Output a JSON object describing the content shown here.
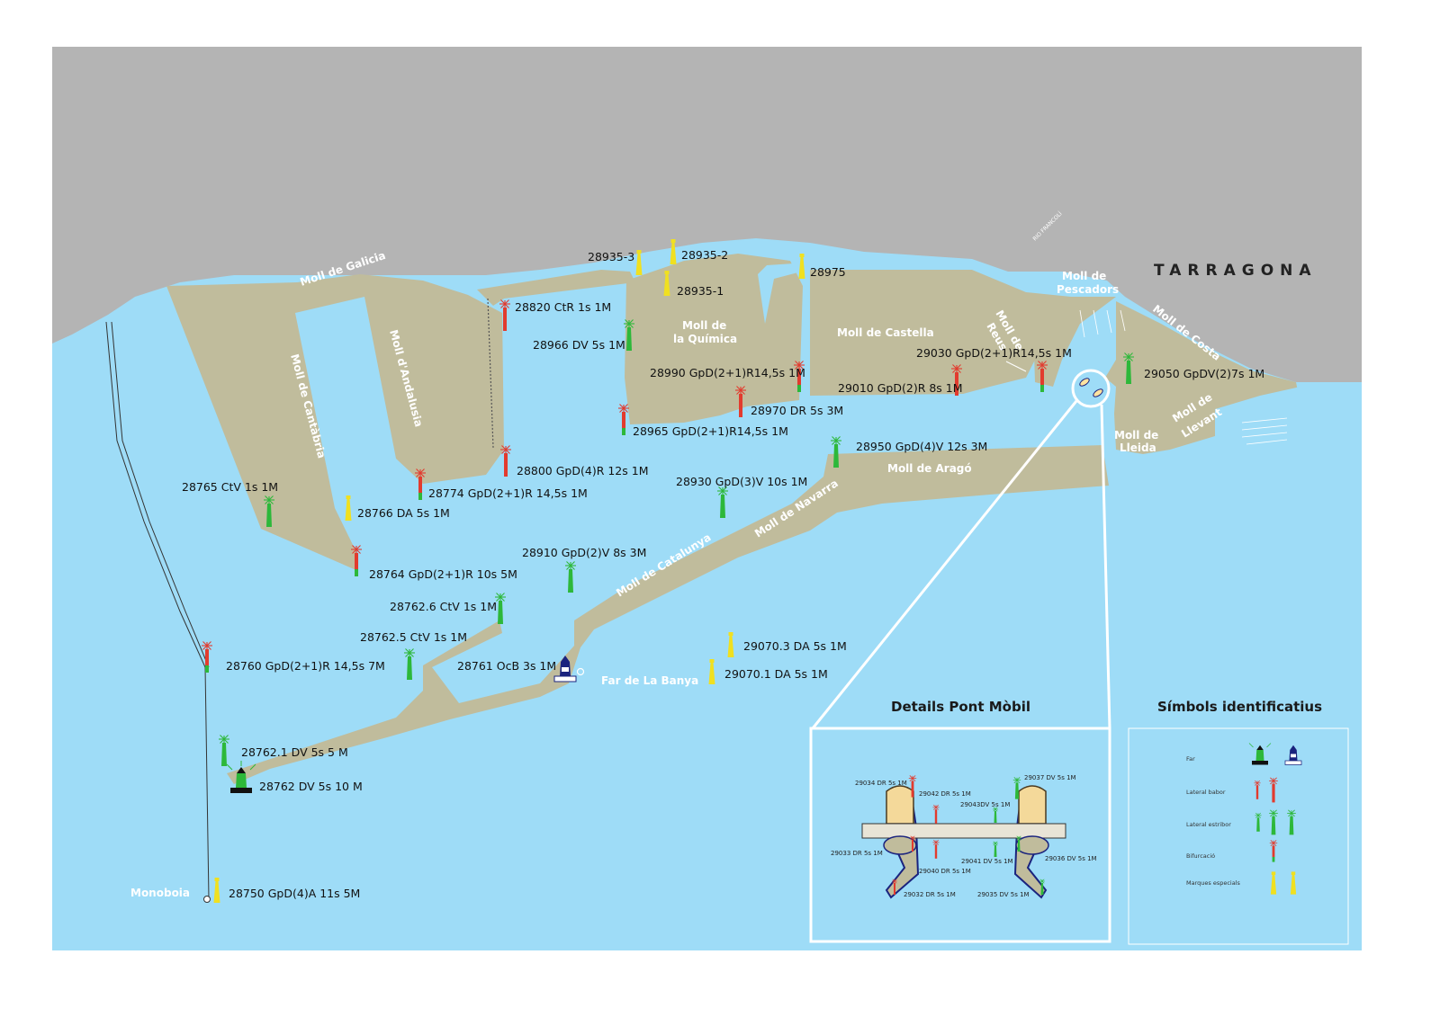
{
  "city": "TARRAGONA",
  "river": "RIO FRANCOLÍ",
  "piers": {
    "galicia": "Moll de Galicia",
    "cantabria": "Moll de Cantàbria",
    "andalusia": "Moll d'Andalusia",
    "quimica_1": "Moll de",
    "quimica_2": "la Química",
    "castella": "Moll de Castella",
    "reus_1": "Moll de",
    "reus_2": "Reus",
    "pescadors_1": "Moll de",
    "pescadors_2": "Pescadors",
    "costa": "Moll de Costa",
    "lleida_1": "Moll de",
    "lleida_2": "Lleida",
    "llevant_1": "Moll de",
    "llevant_2": "Llevant",
    "arago": "Moll de Aragó",
    "navarra": "Moll de Navarra",
    "catalunya": "Moll de Catalunya"
  },
  "places": {
    "far_banya": "Far de La Banya",
    "monoboia": "Monoboia"
  },
  "lights": [
    "28935-3",
    "28935-2",
    "28935-1",
    "28975",
    "28820 CtR 1s 1M",
    "28966 DV 5s 1M",
    "28990 GpD(2+1)R14,5s 1M",
    "29030 GpD(2+1)R14,5s 1M",
    "29010 GpD(2)R 8s 1M",
    "28970 DR 5s 3M",
    "28965 GpD(2+1)R14,5s 1M",
    "29050 GpDV(2)7s 1M",
    "28950 GpD(4)V 12s 3M",
    "28800 GpD(4)R 12s 1M",
    "28774 GpD(2+1)R 14,5s 1M",
    "28930 GpD(3)V 10s 1M",
    "28765 CtV 1s 1M",
    "28766 DA 5s 1M",
    "28910 GpD(2)V 8s 3M",
    "28764 GpD(2+1)R 10s 5M",
    "28762.6 CtV 1s 1M",
    "28762.5 CtV 1s 1M",
    "28761 OcB 3s 1M",
    "29070.3 DA 5s 1M",
    "29070.1 DA 5s 1M",
    "28760 GpD(2+1)R 14,5s 7M",
    "28762.1 DV 5s 5 M",
    "28762 DV 5s 10 M",
    "28750 GpD(4)A 11s 5M"
  ],
  "detail": {
    "title": "Details Pont Mòbil",
    "labels": [
      "29034 DR 5s 1M",
      "29042 DR 5s 1M",
      "29043DV 5s 1M",
      "29037 DV 5s 1M",
      "29033 DR 5s 1M",
      "29040 DR 5s 1M",
      "29041 DV 5s 1M",
      "29036 DV 5s 1M",
      "29032 DR 5s 1M",
      "29035 DV 5s 1M"
    ]
  },
  "legend": {
    "title": "Símbols identificatius",
    "items": [
      "Far",
      "Lateral babor",
      "Lateral estribor",
      "Bifurcació",
      "Marques especials"
    ]
  },
  "colors": {
    "sea": "#9edcf7",
    "land": "#b4b4b4",
    "pier": "#c0bc9c",
    "red_light": "#e23b2e",
    "green_light": "#2db83a",
    "yellow_light": "#f0e020"
  }
}
